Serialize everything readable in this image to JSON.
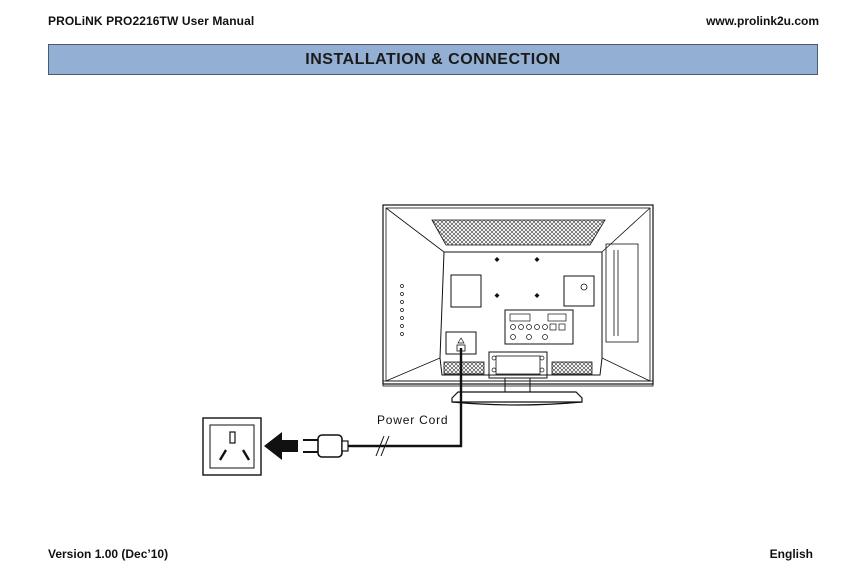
{
  "header": {
    "title": "PROLiNK PRO2216TW User Manual",
    "website": "www.prolink2u.com"
  },
  "section": {
    "title": "INSTALLATION & CONNECTION"
  },
  "diagram": {
    "power_cord_label": "Power Cord",
    "icons": [
      "tv-rear-panel",
      "wall-socket",
      "power-plug",
      "arrow-left"
    ]
  },
  "footer": {
    "version": "Version 1.00 (Dec’10)",
    "language": "English"
  }
}
